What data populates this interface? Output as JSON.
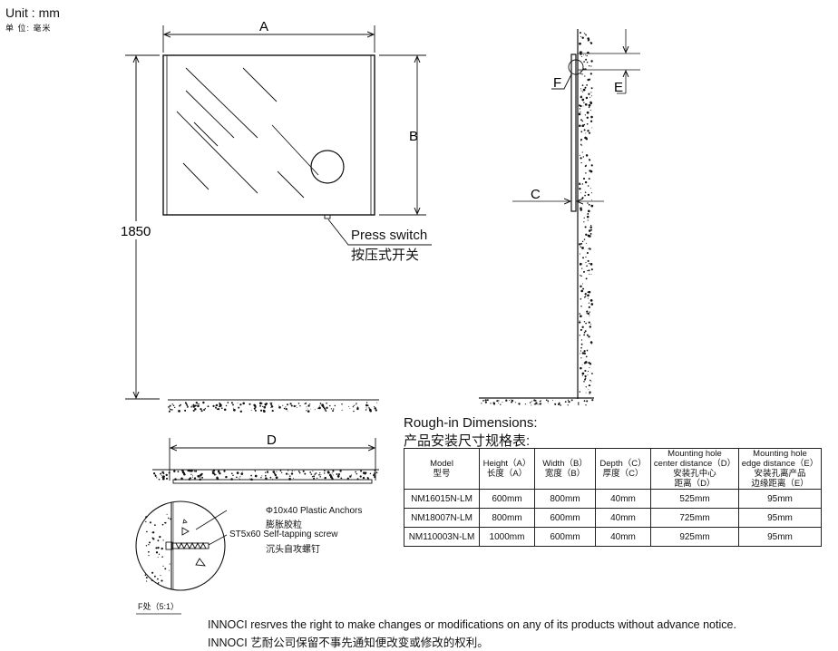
{
  "unit": {
    "en": "Unit : mm",
    "zh": "单  位: 毫米"
  },
  "dimensions": {
    "a": "A",
    "b": "B",
    "c": "C",
    "d": "D",
    "e": "E",
    "f": "F",
    "height": "1850"
  },
  "press_switch": {
    "en": "Press switch",
    "zh": "按压式开关"
  },
  "rough_in": {
    "title_en": "Rough-in Dimensions:",
    "title_zh": "产品安装尺寸规格表:"
  },
  "table": {
    "headers": [
      [
        "Model",
        "型号"
      ],
      [
        "Height（A）",
        "长度（A）"
      ],
      [
        "Width（B）",
        "宽度（B）"
      ],
      [
        "Depth（C）",
        "厚度（C）"
      ],
      [
        "Mounting hole",
        "center distance（D）",
        "安装孔中心",
        "距离（D）"
      ],
      [
        "Mounting hole",
        "edge distance（E）",
        "安装孔离产品",
        "边缘距离（E）"
      ]
    ],
    "rows": [
      [
        "NM16015N-LM",
        "600mm",
        "800mm",
        "40mm",
        "525mm",
        "95mm"
      ],
      [
        "NM18007N-LM",
        "800mm",
        "600mm",
        "40mm",
        "725mm",
        "95mm"
      ],
      [
        "NM110003N-LM",
        "1000mm",
        "600mm",
        "40mm",
        "925mm",
        "95mm"
      ]
    ]
  },
  "detail": {
    "anchor_en": "Φ10x40  Plastic Anchors",
    "anchor_zh": "膨胀胶粒",
    "screw_en": "ST5x60  Self-tapping screw",
    "screw_zh": "沉头自攻螺钉",
    "caption": "F处（5:1）"
  },
  "footer": {
    "en": "INNOCI resrves the right to make changes or modifications on any of its products without advance notice.",
    "zh": "INNOCI 艺耐公司保留不事先通知便改变或修改的权利。"
  }
}
